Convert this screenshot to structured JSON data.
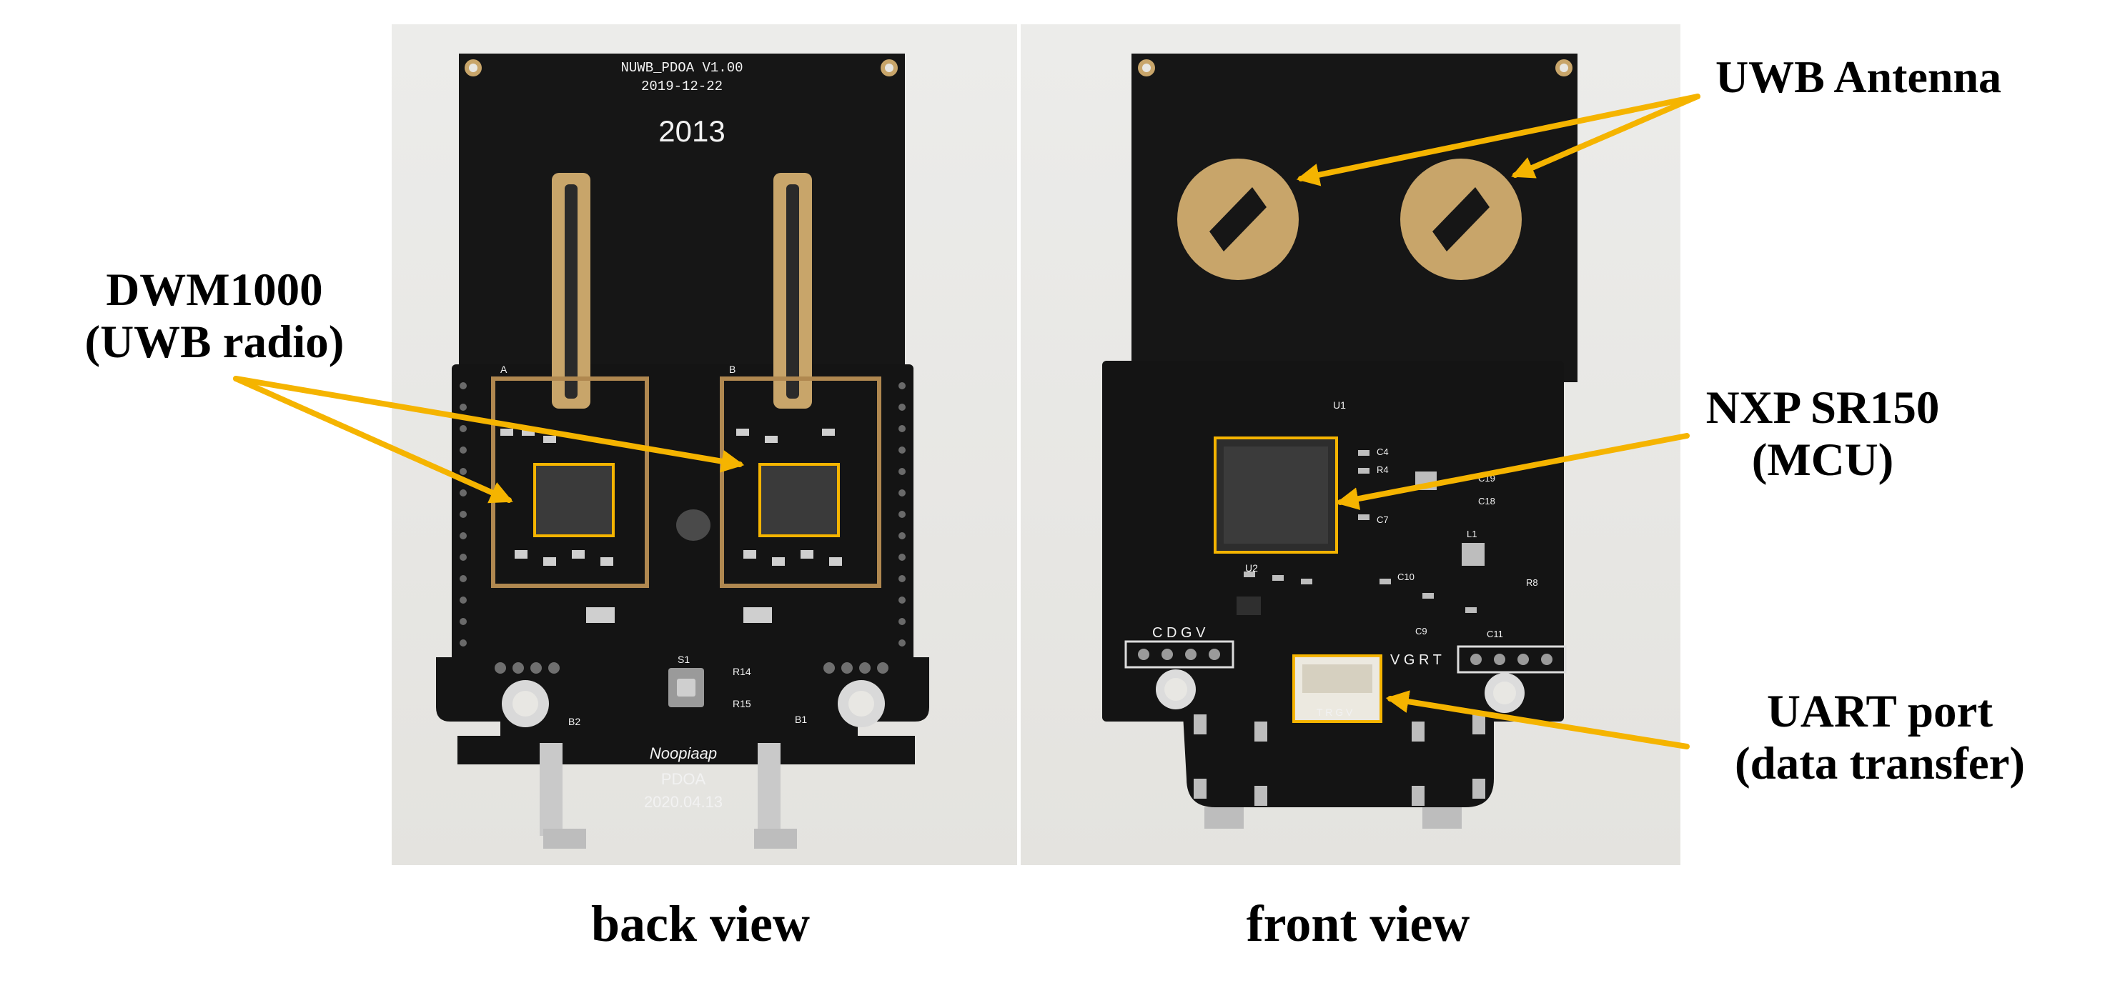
{
  "annotations": {
    "dwm1000": {
      "line1": "DWM1000",
      "line2": "(UWB radio)"
    },
    "uwb_antenna": {
      "line1": "UWB Antenna"
    },
    "nxp_sr150": {
      "line1": "NXP SR150",
      "line2": "(MCU)"
    },
    "uart_port": {
      "line1": "UART port",
      "line2": "(data transfer)"
    }
  },
  "captions": {
    "back_view": "back view",
    "front_view": "front view"
  },
  "back_board": {
    "board_name": "NUWB_PDOA V1.00",
    "board_date": "2019-12-22",
    "year_mark": "2013",
    "antenna_a": "A",
    "antenna_b": "B",
    "brand": "Noopiaap",
    "product": "PDOA",
    "product_date": "2020.04.13",
    "s1": "S1",
    "r14": "R14",
    "r15": "R15",
    "b1": "B1",
    "b2": "B2"
  },
  "front_board": {
    "u1": "U1",
    "u2": "U2",
    "c4": "C4",
    "r4": "R4",
    "c7": "C7",
    "c18": "C18",
    "c19": "C19",
    "l1": "L1",
    "c10": "C10",
    "c9": "C9",
    "c11": "C11",
    "r8": "R8",
    "header_left": "C D G V",
    "header_right": "V G R T",
    "uart_pins": "T R G V"
  },
  "colors": {
    "highlight": "#f5b400",
    "pcb": "#161616",
    "copper": "#c8a56a",
    "background": "#e8e7e3"
  }
}
